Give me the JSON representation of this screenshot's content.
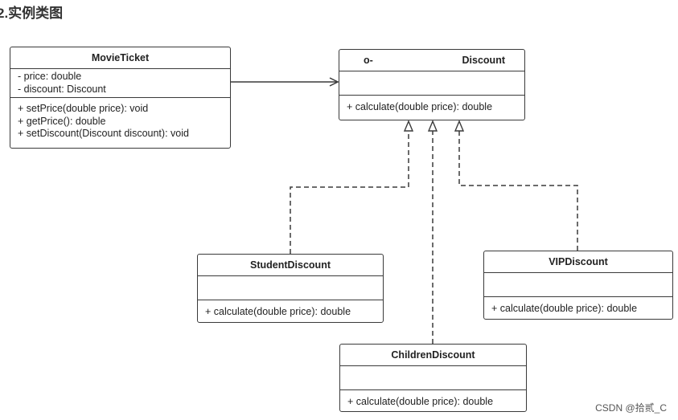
{
  "heading": "2.实例类图",
  "classes": {
    "movie_ticket": {
      "name": "MovieTicket",
      "attributes": [
        "- price: double",
        "- discount: Discount"
      ],
      "operations": [
        "+ setPrice(double price): void",
        "+ getPrice(): double",
        "+ setDiscount(Discount discount): void"
      ]
    },
    "discount": {
      "stereotype": "o-",
      "name": "Discount",
      "operations": [
        "+ calculate(double price): double"
      ]
    },
    "student_discount": {
      "name": "StudentDiscount",
      "operations": [
        "+ calculate(double price): double"
      ]
    },
    "vip_discount": {
      "name": "VIPDiscount",
      "operations": [
        "+ calculate(double price): double"
      ]
    },
    "children_discount": {
      "name": "ChildrenDiscount",
      "operations": [
        "+ calculate(double price): double"
      ]
    }
  },
  "relationships": [
    {
      "from": "MovieTicket",
      "to": "Discount",
      "kind": "association"
    },
    {
      "from": "StudentDiscount",
      "to": "Discount",
      "kind": "realization"
    },
    {
      "from": "ChildrenDiscount",
      "to": "Discount",
      "kind": "realization"
    },
    {
      "from": "VIPDiscount",
      "to": "Discount",
      "kind": "realization"
    }
  ],
  "watermark": "CSDN @拾贰_C",
  "colors": {
    "line": "#3a3a3a",
    "background": "#ffffff"
  }
}
